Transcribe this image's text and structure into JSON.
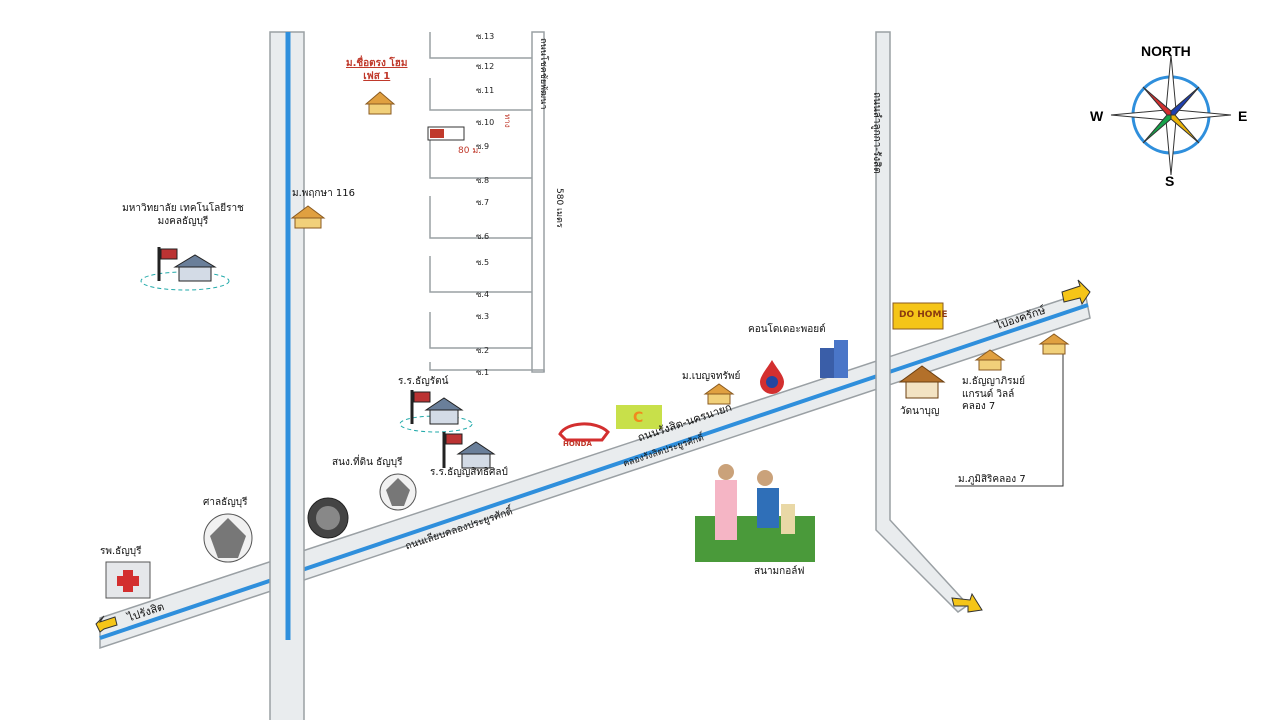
{
  "colors": {
    "road_fill": "#e9ecee",
    "road_edge": "#9aa0a4",
    "canal": "#2f8fdc",
    "arrow_yellow": "#f5c518",
    "label_red": "#c0392b"
  },
  "compass": {
    "north": "NORTH",
    "south": "S",
    "east": "E",
    "west": "W",
    "icon": "compass-rose-icon"
  },
  "roads": {
    "main_road_upper": "ถนนรังสิต-นครนายก",
    "main_road_lower": "ถนนเลียบคลองประยูรศักดิ์",
    "canal_label": "คลองรังสิตประยูรศักดิ์",
    "vertical_road": "ถนนโชคชัยพัฒนา",
    "right_road": "ถนนลำลูกกา-รังสิต",
    "distance_580": "580 เมตร",
    "distance_80": "80 ม.",
    "distance_small": "ทาง",
    "to_ongkharak": "ไปองครักษ์",
    "to_rangsit": "ไปรังสิต"
  },
  "sois": [
    "ซ.13",
    "ซ.12",
    "ซ.11",
    "ซ.10",
    "ซ.9",
    "ซ.8",
    "ซ.7",
    "ซ.6",
    "ซ.5",
    "ซ.4",
    "ซ.3",
    "ซ.2",
    "ซ.1"
  ],
  "places": {
    "project": "ม.ชื่อตรง โฮม\nเฟส 1",
    "phrueksa": "ม.พฤกษา 116",
    "university": "มหาวิทยาลัย เทคโนโลยีราช\nมงคลธัญบุรี",
    "school1": "ร.ร.ธัญรัตน์",
    "school2": "ร.ร.ธัญญสิทธิศิลป์",
    "land_office": "สนง.ที่ดิน ธัญบุรี",
    "court": "ศาลธัญบุรี",
    "hospital": "รพ.ธัญบุรี",
    "honda": "HONDA",
    "benjasap": "ม.เบญจทรัพย์",
    "condo": "คอนโดเดอะพอยต์",
    "dohome": "DO HOME",
    "wat": "วัดนาบุญ",
    "thanya": "ม.ธัญญาภิรมย์\nแกรนด์ วิลล์\nคลอง 7",
    "phumsiri": "ม.ภูมิสิริคลอง 7",
    "golf": "สนามกอล์ฟ"
  }
}
